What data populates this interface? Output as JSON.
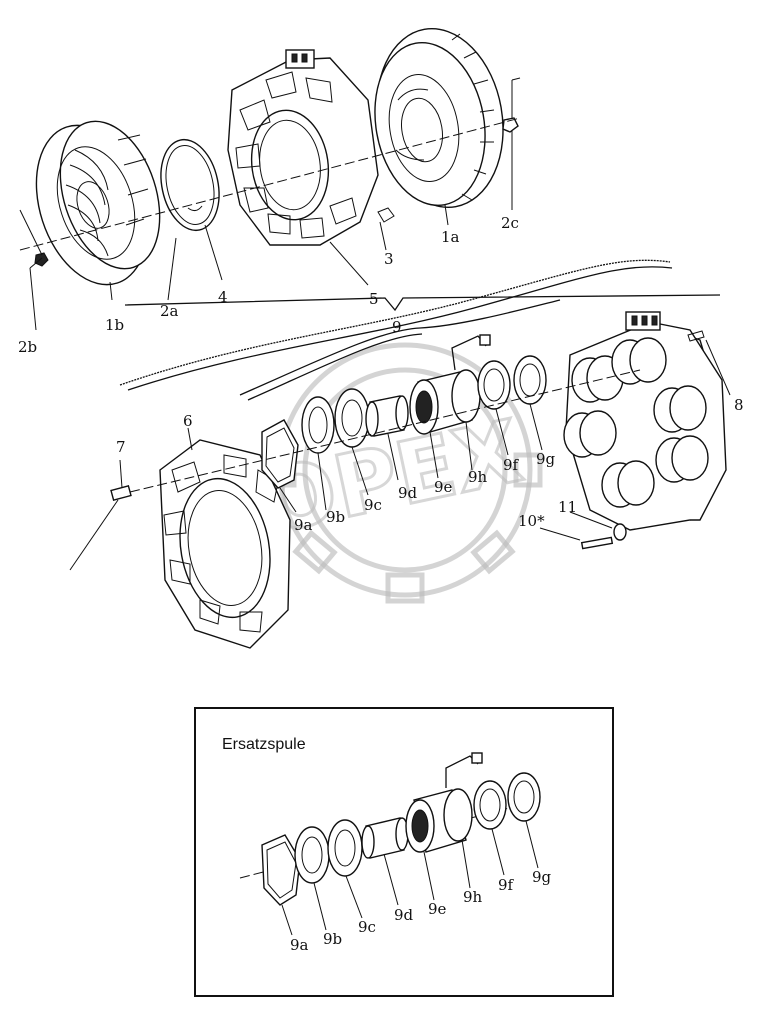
{
  "labels": {
    "l1a": "1a",
    "l1b": "1b",
    "l2a": "2a",
    "l2b": "2b",
    "l2c": "2c",
    "l3": "3",
    "l4": "4",
    "l5": "5",
    "l6": "6",
    "l7": "7",
    "l8": "8",
    "l9": "9",
    "l9a": "9a",
    "l9b": "9b",
    "l9c": "9c",
    "l9d": "9d",
    "l9e": "9e",
    "l9f": "9f",
    "l9g": "9g",
    "l9h": "9h",
    "l10": "10*",
    "l11": "11"
  },
  "inset": {
    "title": "Ersatzspule",
    "labels": {
      "l9a": "9a",
      "l9b": "9b",
      "l9c": "9c",
      "l9d": "9d",
      "l9e": "9e",
      "l9f": "9f",
      "l9g": "9g",
      "l9h": "9h"
    }
  },
  "watermark": "OPEX"
}
